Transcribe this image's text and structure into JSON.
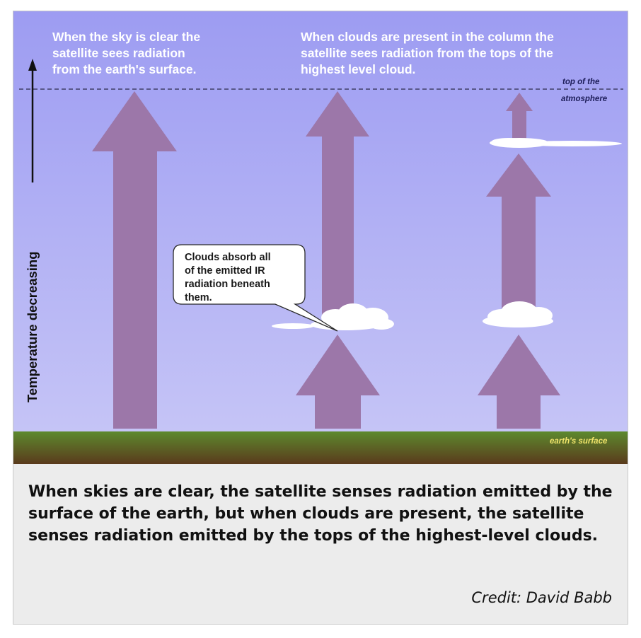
{
  "diagram": {
    "clear_sky_text": [
      "When the sky is clear the",
      "satellite sees radiation",
      "from the earth's surface."
    ],
    "cloudy_text": [
      "When clouds are present in the column the",
      "satellite sees radiation from the tops of the",
      "highest level cloud."
    ],
    "top_of_atmosphere_label": [
      "top of the",
      "atmosphere"
    ],
    "earth_surface_label": "earth's surface",
    "temperature_axis_label": "Temperature decreasing",
    "callout_text": [
      "Clouds absorb all",
      "of the emitted IR",
      "radiation beneath",
      "them."
    ],
    "colors": {
      "sky_top": "#9d9cf2",
      "sky_bottom": "#c5c4f6",
      "arrow": "#9c77a9",
      "ground_top": "#5d8a2e",
      "ground_bottom": "#5a3a1c",
      "surface_label": "#f2e56b",
      "atmosphere_label": "#1e1e5a"
    }
  },
  "caption": "When skies are clear, the satellite senses radiation emitted by the surface of the earth, but when clouds are present, the satellite senses radiation emitted by the tops of the highest-level clouds.",
  "credit": "Credit: David Babb"
}
